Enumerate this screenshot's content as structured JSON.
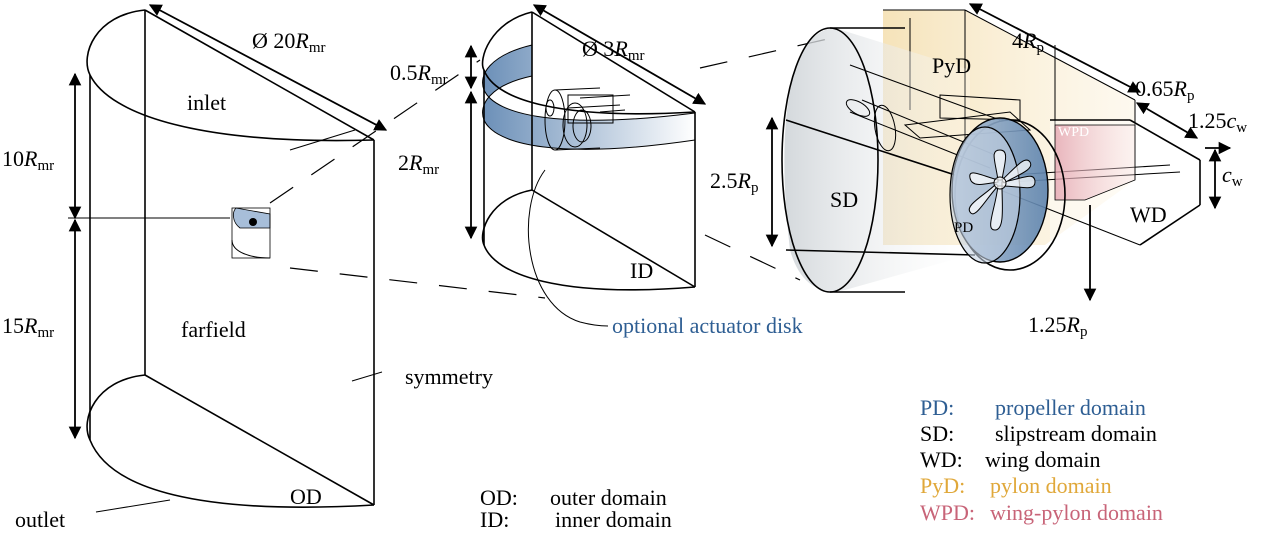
{
  "outer": {
    "diameter_prefix": "Ø 20",
    "dim_10": "10",
    "dim_15": "15",
    "R": "R",
    "mr": "mr",
    "inlet": "inlet",
    "farfield": "farfield",
    "symmetry": "symmetry",
    "outlet": "outlet",
    "od_tag": "OD"
  },
  "inner": {
    "diameter_prefix": "Ø 3",
    "dim_05": "0.5",
    "dim_2": "2",
    "id_tag": "ID",
    "actuator_label": "optional actuator disk"
  },
  "detail": {
    "dim_4": "4",
    "dim_065": "0.65",
    "dim_125cw": "1.25",
    "dim_cw": "",
    "dim_25": "2.5",
    "dim_125rp": "1.25",
    "R": "R",
    "p": "p",
    "c": "c",
    "w": "w",
    "pyd_tag": "PyD",
    "wpd_tag": "WPD",
    "sd_tag": "SD",
    "pd_tag": "PD",
    "wd_tag": "WD"
  },
  "legend_right": [
    {
      "abbr": "PD:",
      "text": "propeller domain",
      "color": "#2e5e93"
    },
    {
      "abbr": "SD:",
      "text": "slipstream domain",
      "color": "#000000"
    },
    {
      "abbr": "WD:",
      "text": "wing domain",
      "color": "#000000"
    },
    {
      "abbr": "PyD:",
      "text": "pylon domain",
      "color": "#e0a83a"
    },
    {
      "abbr": "WPD:",
      "text": "wing-pylon domain",
      "color": "#c86478"
    }
  ],
  "legend_left": [
    {
      "abbr": "OD:",
      "text": "outer domain"
    },
    {
      "abbr": "ID:",
      "text": "inner domain"
    }
  ],
  "colors": {
    "propeller": "#2e5e93",
    "pylon": "#e0a83a",
    "wing_pylon": "#c86478",
    "actuator": "#2e5e93"
  }
}
